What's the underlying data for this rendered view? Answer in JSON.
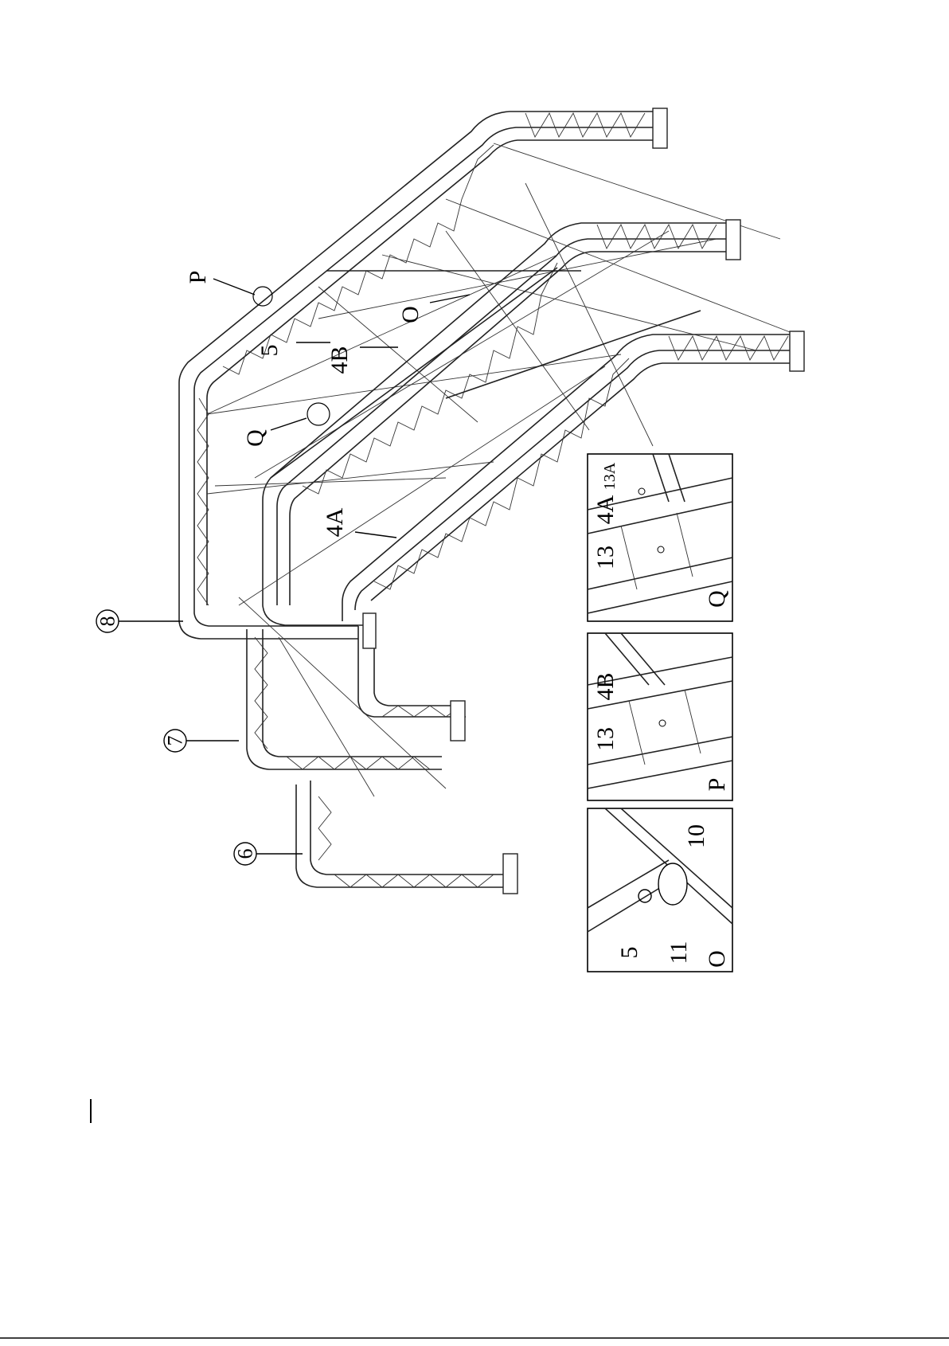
{
  "callouts": {
    "frame_8": "8",
    "frame_7": "7",
    "frame_6": "6",
    "detail_P": "P",
    "detail_Q": "Q",
    "detail_O": "O",
    "part_5": "5",
    "part_4B": "4B",
    "part_4A": "4A"
  },
  "detail_panels": {
    "Q": {
      "title": "Q",
      "labels": [
        "13",
        "4A",
        "13A"
      ]
    },
    "P": {
      "title": "P",
      "labels": [
        "13",
        "4B"
      ]
    },
    "O": {
      "title": "O",
      "labels": [
        "5",
        "11",
        "10"
      ]
    }
  }
}
